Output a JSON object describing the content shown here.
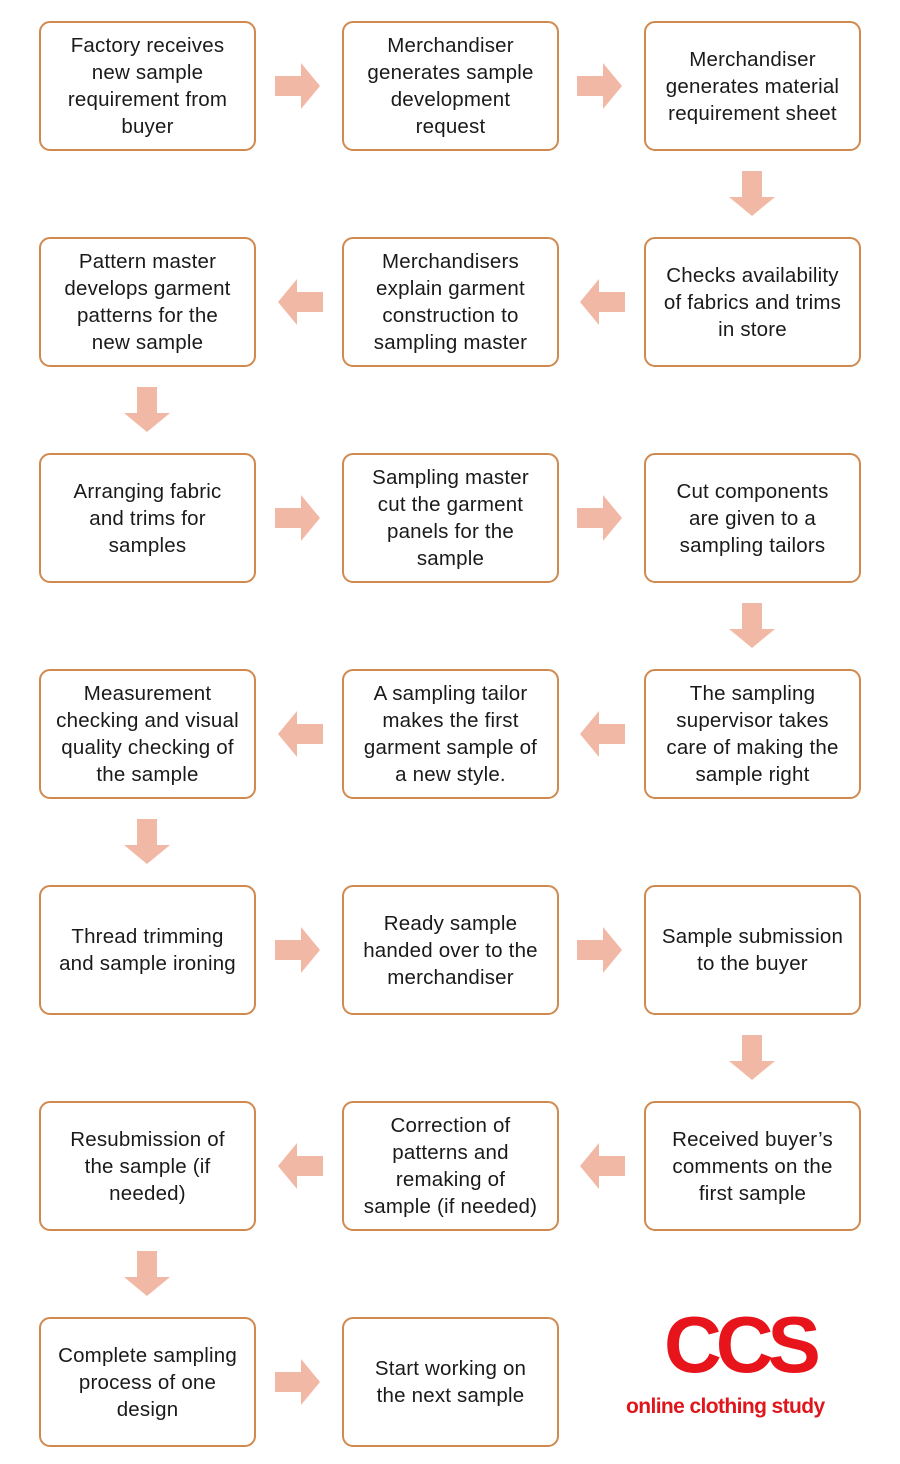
{
  "colors": {
    "box_border": "#d08a50",
    "arrow": "#f2b8a6",
    "logo": "#e8141c"
  },
  "boxes": [
    [
      "Factory receives\nnew sample\nrequirement from\nbuyer",
      "Merchandiser\ngenerates sample\ndevelopment\nrequest",
      "Merchandiser\ngenerates material\nrequirement sheet"
    ],
    [
      "Pattern master\ndevelops garment\npatterns for the\nnew sample",
      "Merchandisers\nexplain garment\nconstruction to\nsampling master",
      "Checks availability\nof fabrics and trims\nin store"
    ],
    [
      "Arranging fabric\nand trims for\nsamples",
      "Sampling master\ncut the garment\npanels for the\nsample",
      "Cut components\nare given to a\nsampling tailors"
    ],
    [
      "Measurement\nchecking and visual\nquality checking of\nthe sample",
      "A sampling tailor\nmakes the first\ngarment sample of\na new style.",
      "The sampling\nsupervisor takes\ncare of making the\nsample right"
    ],
    [
      "Thread trimming\nand sample ironing",
      "Ready sample\nhanded over to the\nmerchandiser",
      "Sample submission\nto the buyer"
    ],
    [
      "Resubmission of\nthe sample (if\nneeded)",
      "Correction of\npatterns and\nremaking of\nsample (if needed)",
      "Received buyer’s\ncomments on the\nfirst sample"
    ],
    [
      "Complete sampling\nprocess of one\ndesign",
      "Start working on\nthe next sample"
    ]
  ],
  "flow_direction": [
    "right",
    "left",
    "right",
    "left",
    "right",
    "left",
    "right"
  ],
  "logo": {
    "mark": "CCS",
    "text": "online clothing study"
  }
}
